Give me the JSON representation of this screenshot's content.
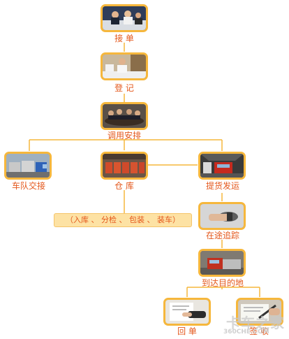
{
  "steps": {
    "order_taking": "接 单",
    "register": "登 记",
    "dispatch": "调用安排",
    "fleet_handover": "车队交接",
    "warehouse": "仓 库",
    "pickup_shipping": "提货发运",
    "warehouse_process": "（入库 、 分检 、 包装 、 装车）",
    "in_transit_tracking": "在途追踪",
    "arrive_destination": "到达目的地",
    "return_receipt": "回 单",
    "receipt_acceptance": "签 收"
  },
  "watermark": {
    "title": "卡车之家",
    "url": "360CHE.COM"
  },
  "colors": {
    "label": "#e4571b",
    "line": "#f6b73c",
    "frame": "#f6b73c",
    "process_fill": "#fde2a4"
  }
}
